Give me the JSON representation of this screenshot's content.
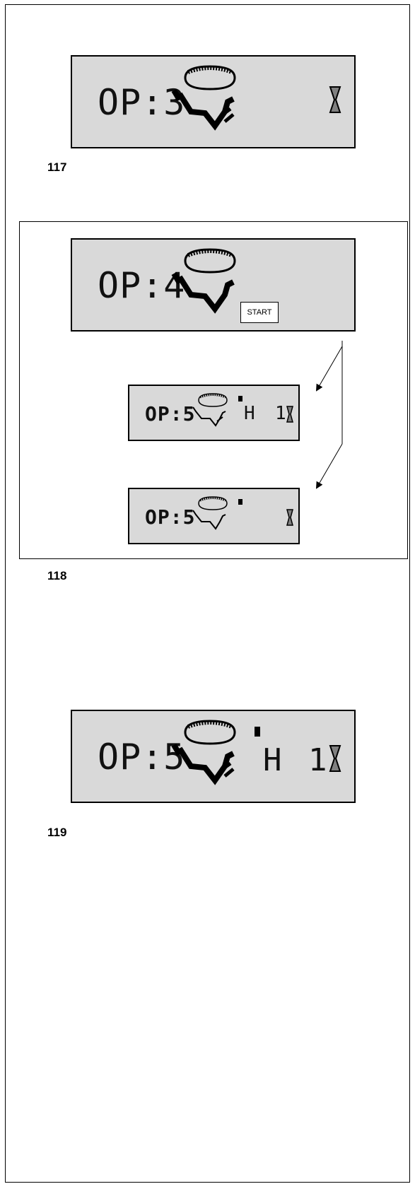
{
  "figures": [
    {
      "label": "117",
      "display": {
        "op_text": "OP:3",
        "icon": "tyre-wheel-icon",
        "indicator": "hourglass-icon"
      }
    },
    {
      "label": "118",
      "display_main": {
        "op_text": "OP:4",
        "icon": "tyre-wheel-icon",
        "button_label": "START"
      },
      "display_variant_a": {
        "op_text": "OP:5",
        "icon": "tyre-wheel-icon",
        "unit": "H",
        "value": "1",
        "indicator": "hourglass-icon"
      },
      "display_variant_b": {
        "op_text": "OP:5",
        "icon": "tyre-wheel-icon",
        "indicator": "hourglass-icon"
      }
    },
    {
      "label": "119",
      "display": {
        "op_text": "OP:5",
        "icon": "tyre-wheel-icon",
        "unit": "H",
        "value": "1",
        "indicator": "hourglass-icon"
      }
    }
  ],
  "colors": {
    "lcd_background": "#d9d9d9",
    "hourglass_fill": "#808080",
    "ink": "#000000"
  }
}
